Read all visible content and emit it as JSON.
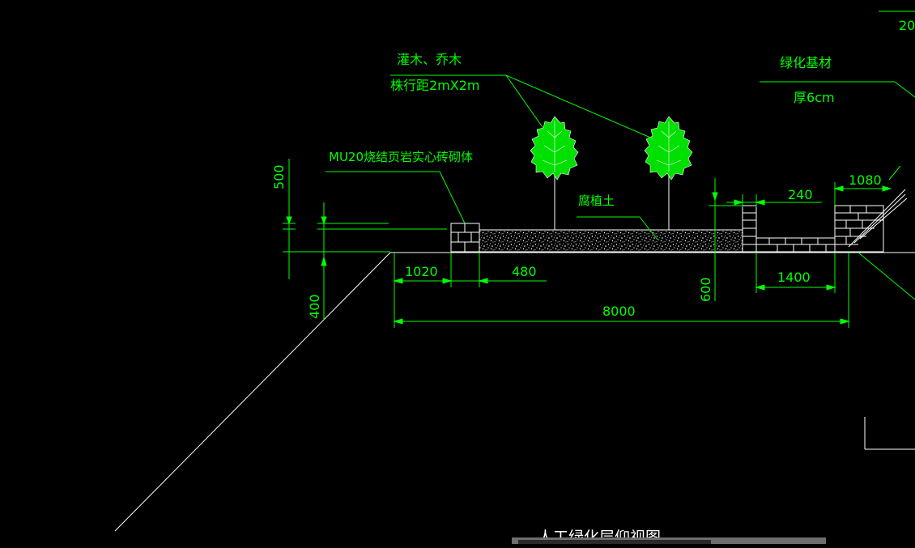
{
  "drawing": {
    "labels": {
      "shrubs_trees": "灌木、乔木",
      "spacing": "株行距2mX2m",
      "brick_masonry": "MU20烧结页岩实心砖砌体",
      "topsoil": "腐植土",
      "green_substrate": "绿化基材",
      "thickness": "厚6cm",
      "bottom_title": "人工绿化层仰视图",
      "top_right_partial": "20"
    },
    "dimensions": {
      "d500": "500",
      "d400": "400",
      "d1020": "1020",
      "d480": "480",
      "d8000": "8000",
      "d600": "600",
      "d240": "240",
      "d1080": "1080",
      "d1400": "1400"
    },
    "colors": {
      "background": "#000000",
      "line": "#ffffff",
      "text": "#00ff00",
      "dimension": "#00ff00",
      "tree": "#00e000"
    },
    "tree_count": 2
  }
}
